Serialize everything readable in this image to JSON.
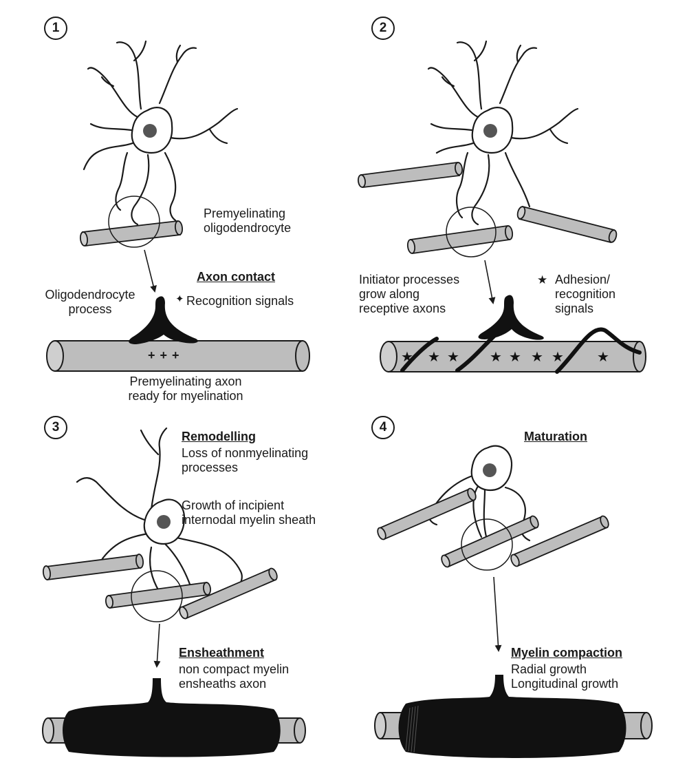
{
  "panels": [
    {
      "number": "1",
      "label_cell": "Premyelinating\noligodendrocyte",
      "heading": "Axon contact",
      "recognition_symbol": "✦",
      "recognition_text": "Recognition signals",
      "process_label": "Oligodendrocyte\nprocess",
      "axon_marks": "+ + +",
      "axon_caption": "Premyelinating axon\nready for myelination"
    },
    {
      "number": "2",
      "initiator_text": "Initiator processes\ngrow along\nreceptive axons",
      "adhesion_symbol": "★",
      "adhesion_text": "Adhesion/\nrecognition\nsignals"
    },
    {
      "number": "3",
      "heading": "Remodelling",
      "remodel_text": "Loss of nonmyelinating\nprocesses",
      "growth_text": "Growth of incipient\ninternodal myelin sheath",
      "ensheath_heading": "Ensheathment",
      "ensheath_text": "non compact myelin\nensheaths axon"
    },
    {
      "number": "4",
      "heading": "Maturation",
      "compaction_heading": "Myelin compaction",
      "compaction_text": "Radial growth\nLongitudinal growth"
    }
  ],
  "colors": {
    "outline": "#1a1a1a",
    "axon_fill": "#bdbdbd",
    "nucleus": "#555555",
    "myelin": "#111111"
  }
}
